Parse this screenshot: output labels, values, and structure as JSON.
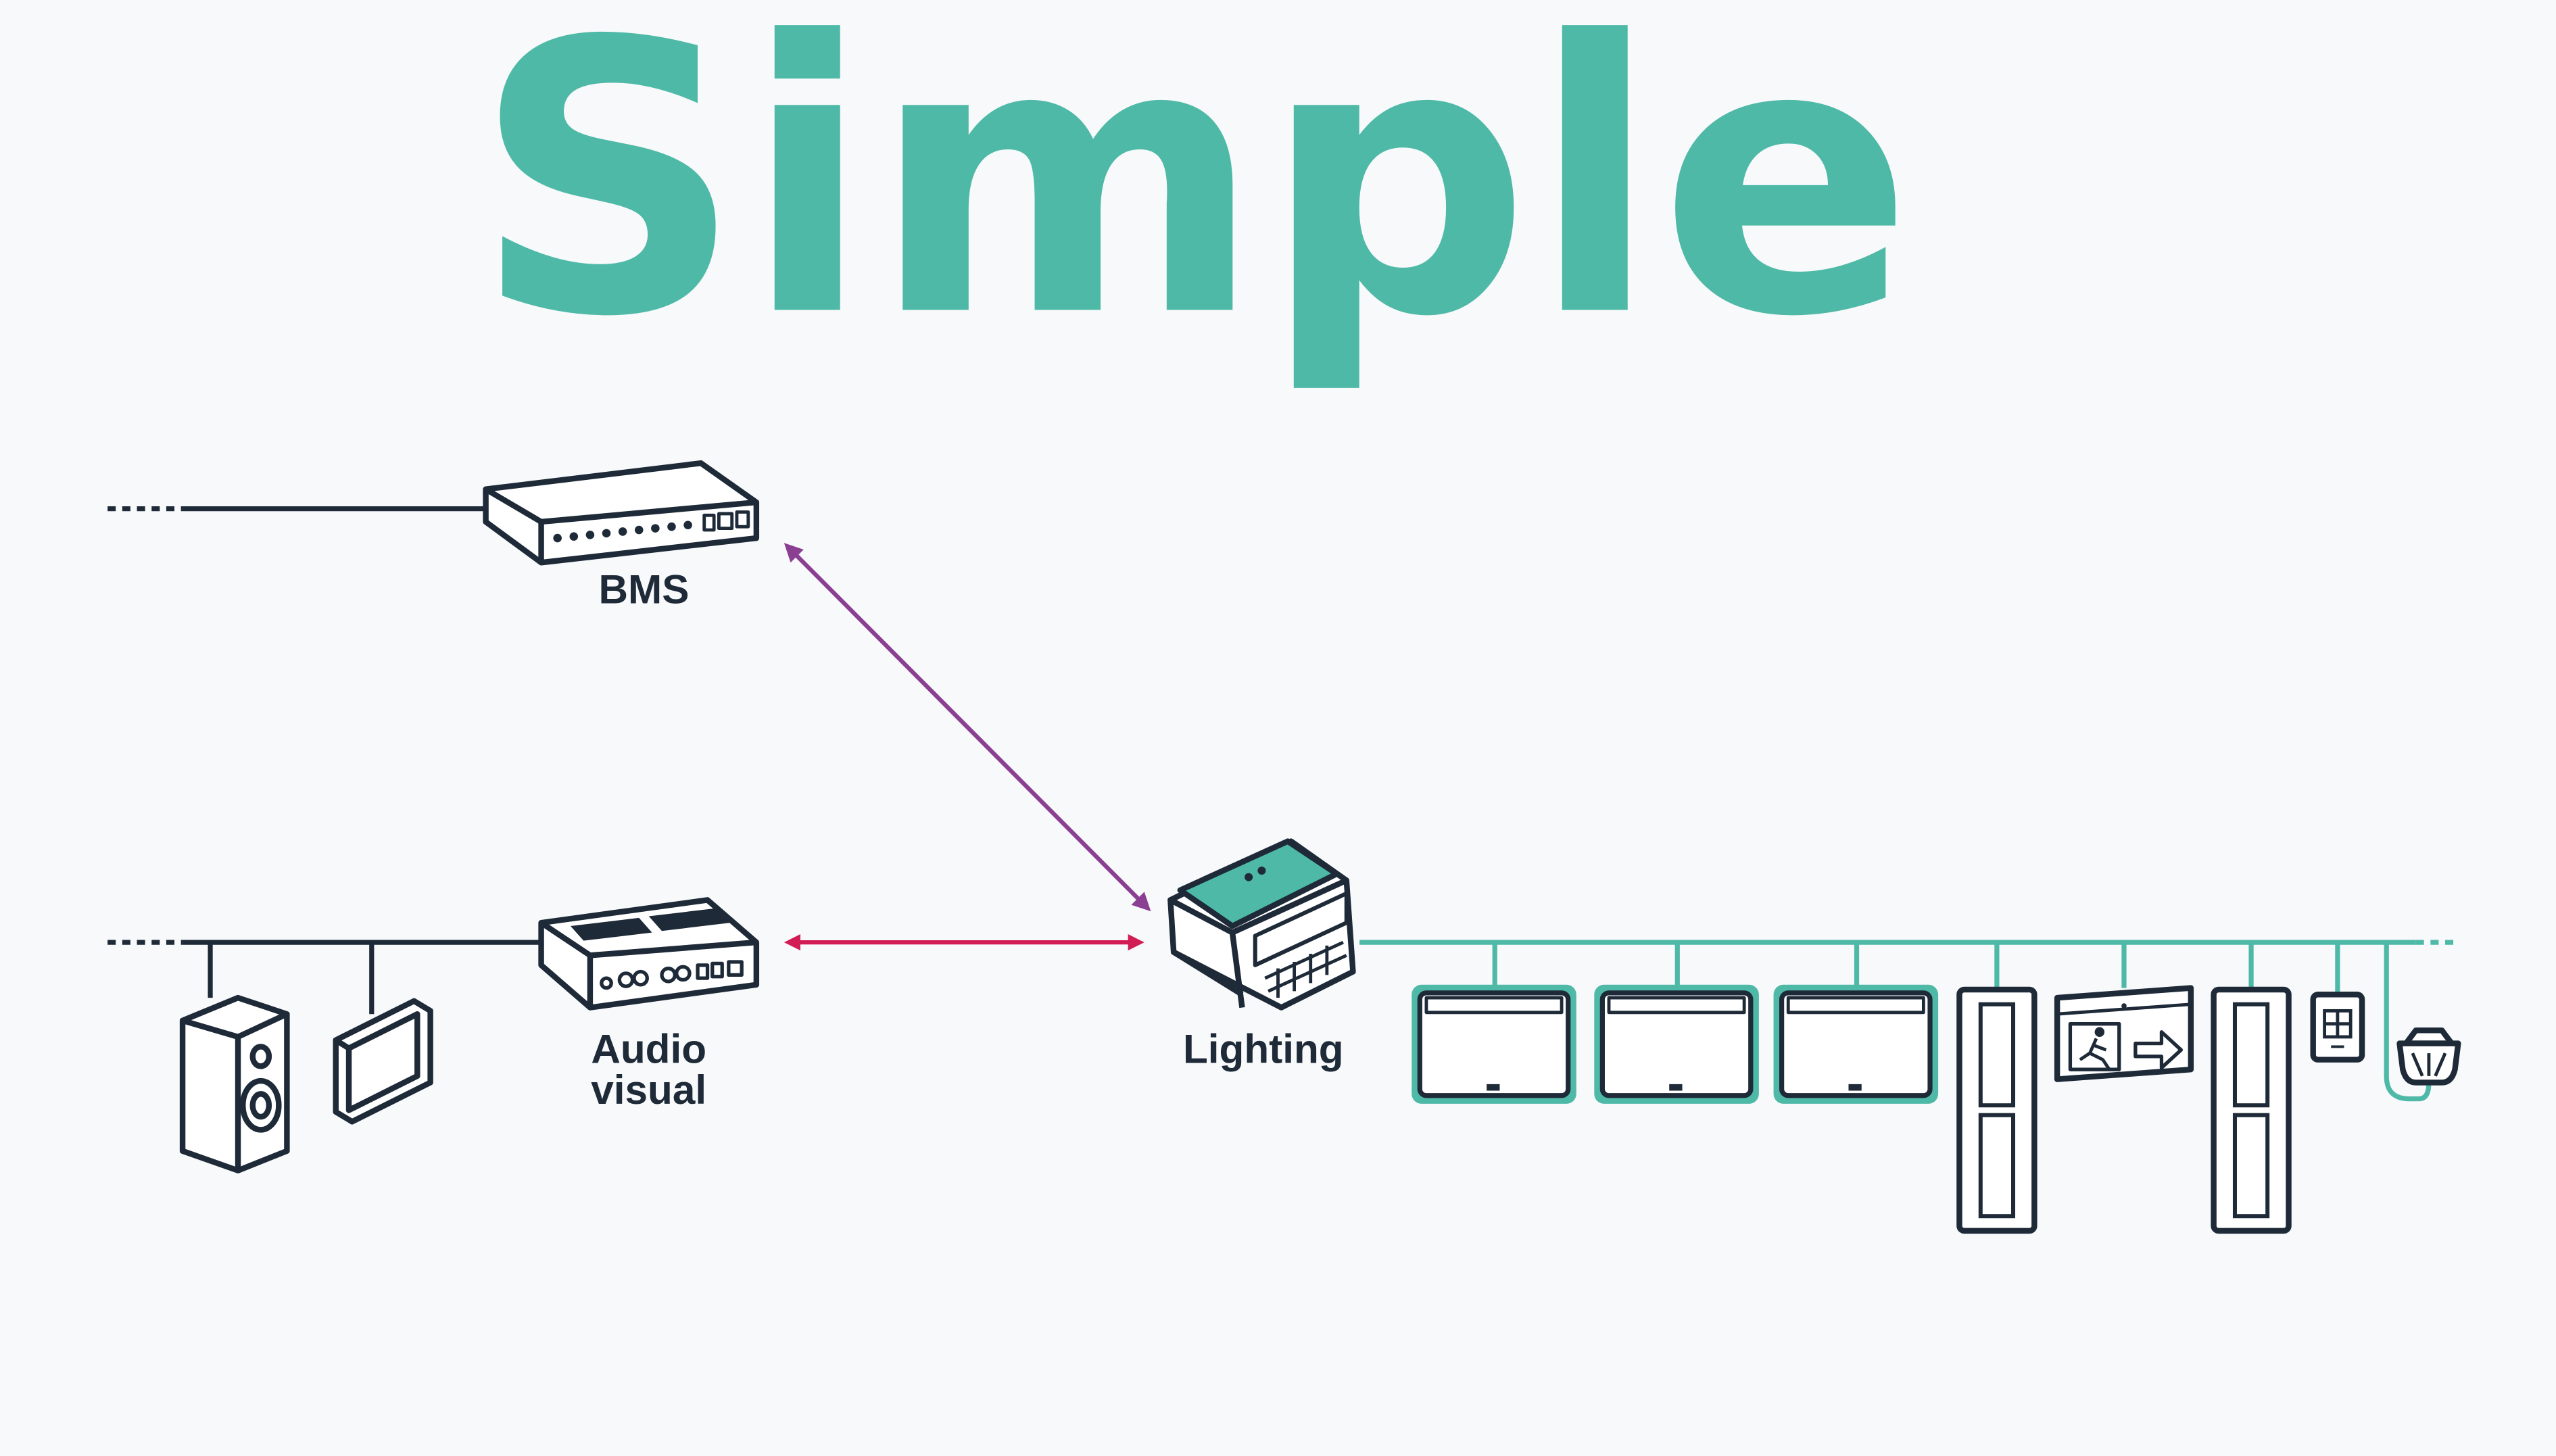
{
  "title": "Simple",
  "nodes": {
    "bms": {
      "label": "BMS"
    },
    "av": {
      "label_line1": "Audio",
      "label_line2": "visual"
    },
    "lighting": {
      "label": "Lighting"
    }
  },
  "colors": {
    "background": "#f8f9fa",
    "title": "#4fb9a8",
    "ink": "#1e2a38",
    "teal": "#4fb9a8",
    "bms_link": "#8a3f92",
    "av_link": "#d11d54"
  },
  "icons": [
    "bms-controller-icon",
    "av-processor-icon",
    "speaker-icon",
    "touch-panel-icon",
    "lighting-controller-icon",
    "linear-luminaire-icon",
    "tall-luminaire-icon",
    "exit-sign-icon",
    "wall-switch-icon",
    "sensor-icon"
  ]
}
